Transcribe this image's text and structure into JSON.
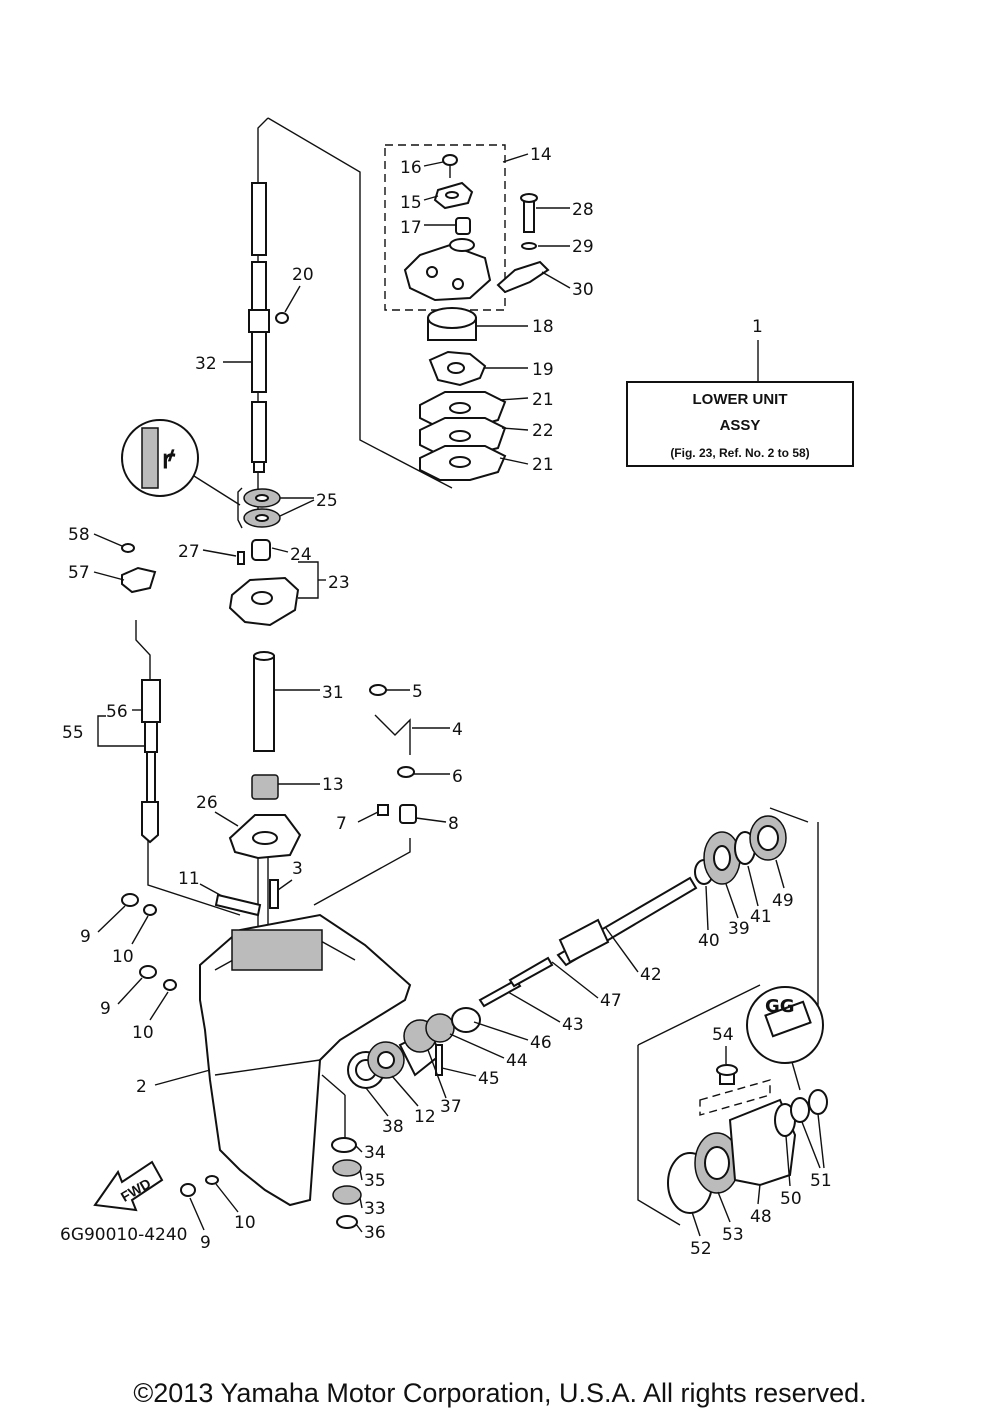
{
  "box": {
    "ref": "1",
    "title_line1": "LOWER UNIT",
    "title_line2": "ASSY",
    "subtitle": "(Fig. 23, Ref. No. 2 to 58)"
  },
  "diagram_code": "6G90010-4240",
  "fwd_label": "FWD",
  "gg_label": "GG",
  "callouts": [
    "14",
    "16",
    "15",
    "17",
    "28",
    "29",
    "30",
    "18",
    "19",
    "21",
    "22",
    "21",
    "20",
    "32",
    "25",
    "27",
    "24",
    "23",
    "58",
    "57",
    "31",
    "5",
    "4",
    "56",
    "55",
    "6",
    "13",
    "7",
    "8",
    "26",
    "3",
    "11",
    "9",
    "10",
    "9",
    "10",
    "2",
    "47",
    "42",
    "43",
    "46",
    "44",
    "45",
    "37",
    "12",
    "38",
    "34",
    "35",
    "33",
    "36",
    "10",
    "9",
    "40",
    "39",
    "41",
    "49",
    "54",
    "51",
    "50",
    "48",
    "53",
    "52"
  ],
  "copyright": "©2013 Yamaha Motor Corporation, U.S.A. All rights reserved."
}
